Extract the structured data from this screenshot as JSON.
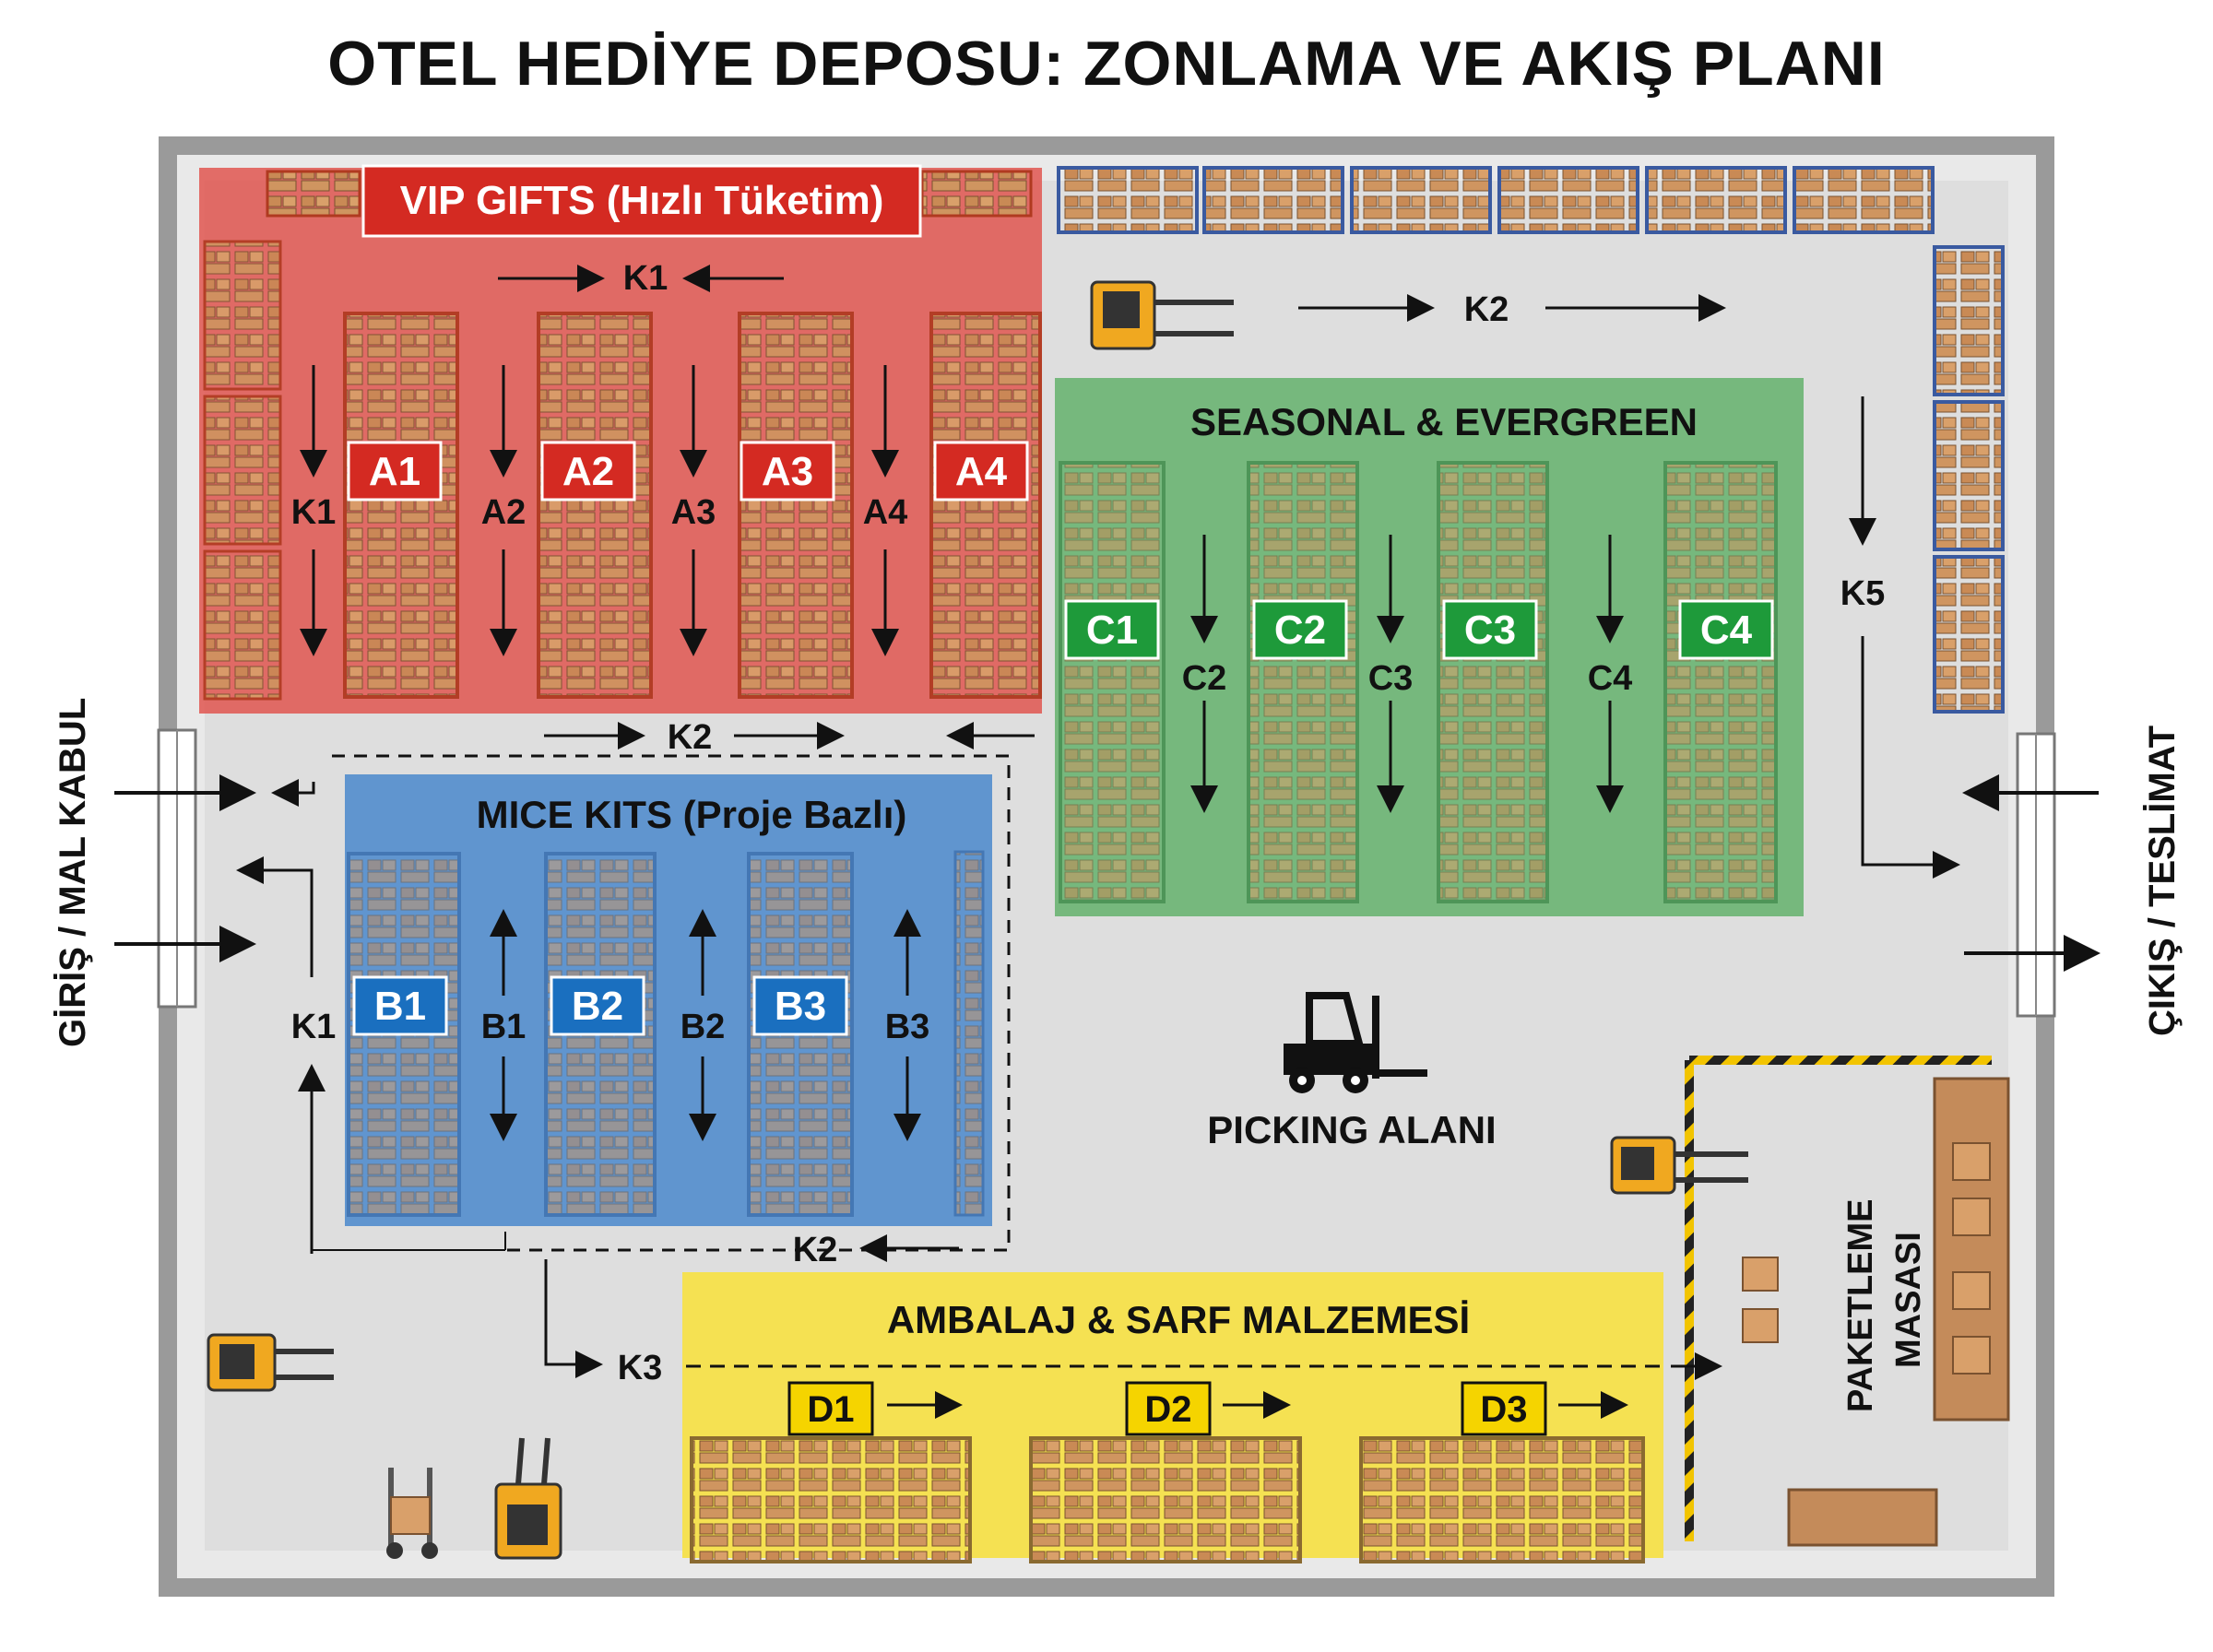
{
  "title": "OTEL HEDİYE DEPOSU: ZONLAMA VE AKIŞ PLANI",
  "entrance_label": "GİRİŞ / MAL KABUL",
  "exit_label": "ÇIKIŞ / TESLİMAT",
  "zones": {
    "vip": {
      "label": "VIP GIFTS (Hızlı Tüketim)",
      "color": "#e0504a",
      "racks": [
        "A1",
        "A2",
        "A3",
        "A4"
      ],
      "aisles": [
        "K1",
        "A2",
        "A3",
        "A4"
      ],
      "top_aisle": "K1"
    },
    "mice": {
      "label": "MICE KITS (Proje Bazlı)",
      "color": "#4a88cc",
      "racks": [
        "B1",
        "B2",
        "B3"
      ],
      "aisles": [
        "B1",
        "B2",
        "B3"
      ]
    },
    "seasonal": {
      "label": "SEASONAL & EVERGREEN",
      "color": "#5fb068",
      "racks": [
        "C1",
        "C2",
        "C3",
        "C4"
      ],
      "aisles": [
        "C2",
        "C3",
        "C4"
      ]
    },
    "packaging": {
      "label": "AMBALAJ & SARF MALZEMESİ",
      "color": "#f5e04a",
      "racks": [
        "D1",
        "D2",
        "D3"
      ]
    }
  },
  "corridors": {
    "k1_left": "K1",
    "k2_top": "K2",
    "k2_middle": "K2",
    "k2_bottom": "K2",
    "k3": "K3",
    "k5": "K5"
  },
  "picking_label": "PICKING ALANI",
  "packing_label_line1": "PAKETLEME",
  "packing_label_line2": "MASASI",
  "icons": [
    "forklift-icon",
    "pallet-rack-icon",
    "hand-truck-icon",
    "arrow-icon"
  ]
}
